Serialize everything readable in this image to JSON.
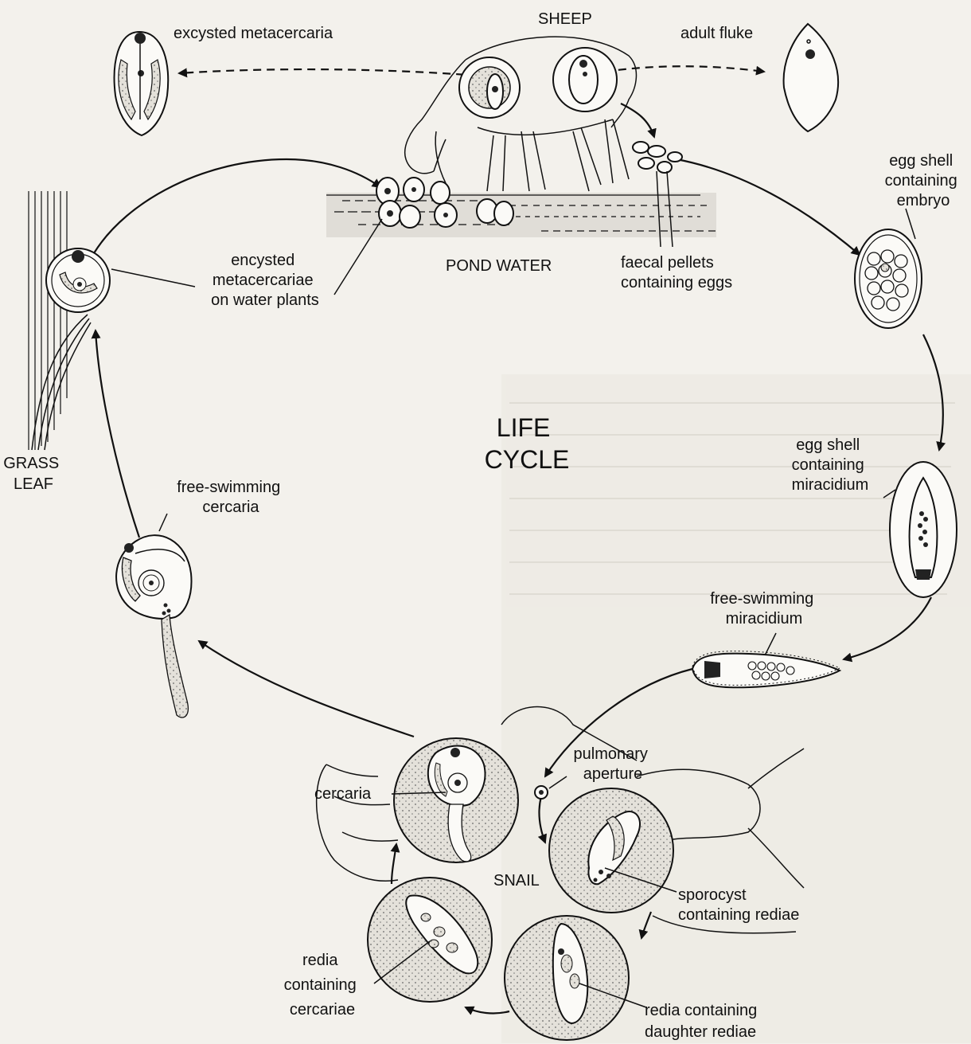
{
  "diagram": {
    "title_lines": [
      "LIFE",
      "CYCLE"
    ],
    "labels": {
      "sheep": "SHEEP",
      "adult_fluke": "adult fluke",
      "excysted_metacercaria": "excysted metacercaria",
      "egg_shell_embryo": [
        "egg shell",
        "containing",
        "embryo"
      ],
      "faecal_pellets": [
        "faecal pellets",
        "containing eggs"
      ],
      "pond_water": "POND WATER",
      "encysted_metacercariae": [
        "encysted",
        "metacercariae",
        "on water plants"
      ],
      "grass_leaf": [
        "GRASS",
        "LEAF"
      ],
      "egg_shell_miracidium": [
        "egg shell",
        "containing",
        "miracidium"
      ],
      "free_swimming_miracidium": [
        "free-swimming",
        "miracidium"
      ],
      "free_swimming_cercaria": [
        "free-swimming",
        "cercaria"
      ],
      "pulmonary_aperture": [
        "pulmonary",
        "aperture"
      ],
      "cercaria": "cercaria",
      "snail": "SNAIL",
      "sporocyst": [
        "sporocyst",
        "containing rediae"
      ],
      "redia_cercariae": [
        "redia",
        "containing",
        "cercariae"
      ],
      "redia_daughter": [
        "redia containing",
        "daughter rediae"
      ]
    },
    "colors": {
      "ink": "#111111",
      "paper": "#f3f1ec",
      "stipple": "#d9d6cf"
    }
  }
}
